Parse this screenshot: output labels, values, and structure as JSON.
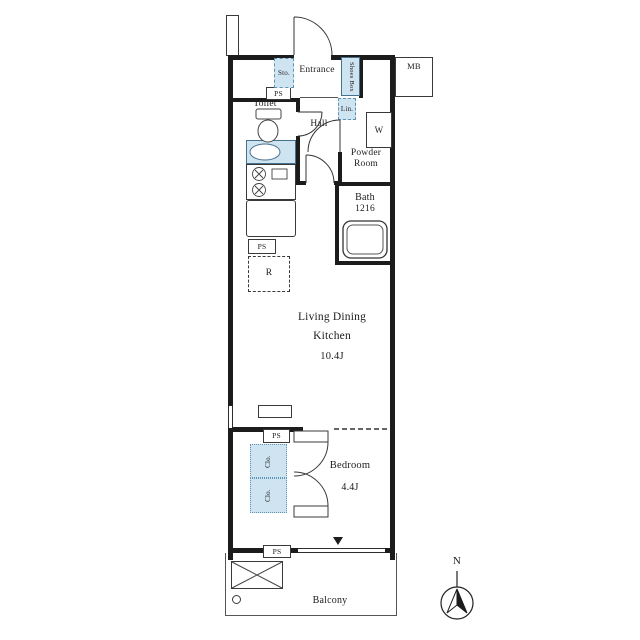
{
  "plan": {
    "rooms": {
      "entrance": "Entrance",
      "toilet": "Toilet",
      "hall": "Hall",
      "powder_room_line1": "Powder",
      "powder_room_line2": "Room",
      "bath": "Bath",
      "bath_size": "1216",
      "ldk_line1": "Living Dining",
      "ldk_line2": "Kitchen",
      "ldk_size": "10.4J",
      "bedroom": "Bedroom",
      "bedroom_size": "4.4J",
      "balcony": "Balcony"
    },
    "fixtures": {
      "storage": "Sto.",
      "shoes_box": "Shoes Box",
      "linen": "Lin.",
      "washer": "W",
      "meter_box": "MB",
      "pipe_space": "PS",
      "refrigerator": "R",
      "closet": "Clo.",
      "north": "N"
    },
    "colors": {
      "fixture_fill": "#cfe4f1",
      "wall": "#1c1c1c"
    }
  }
}
